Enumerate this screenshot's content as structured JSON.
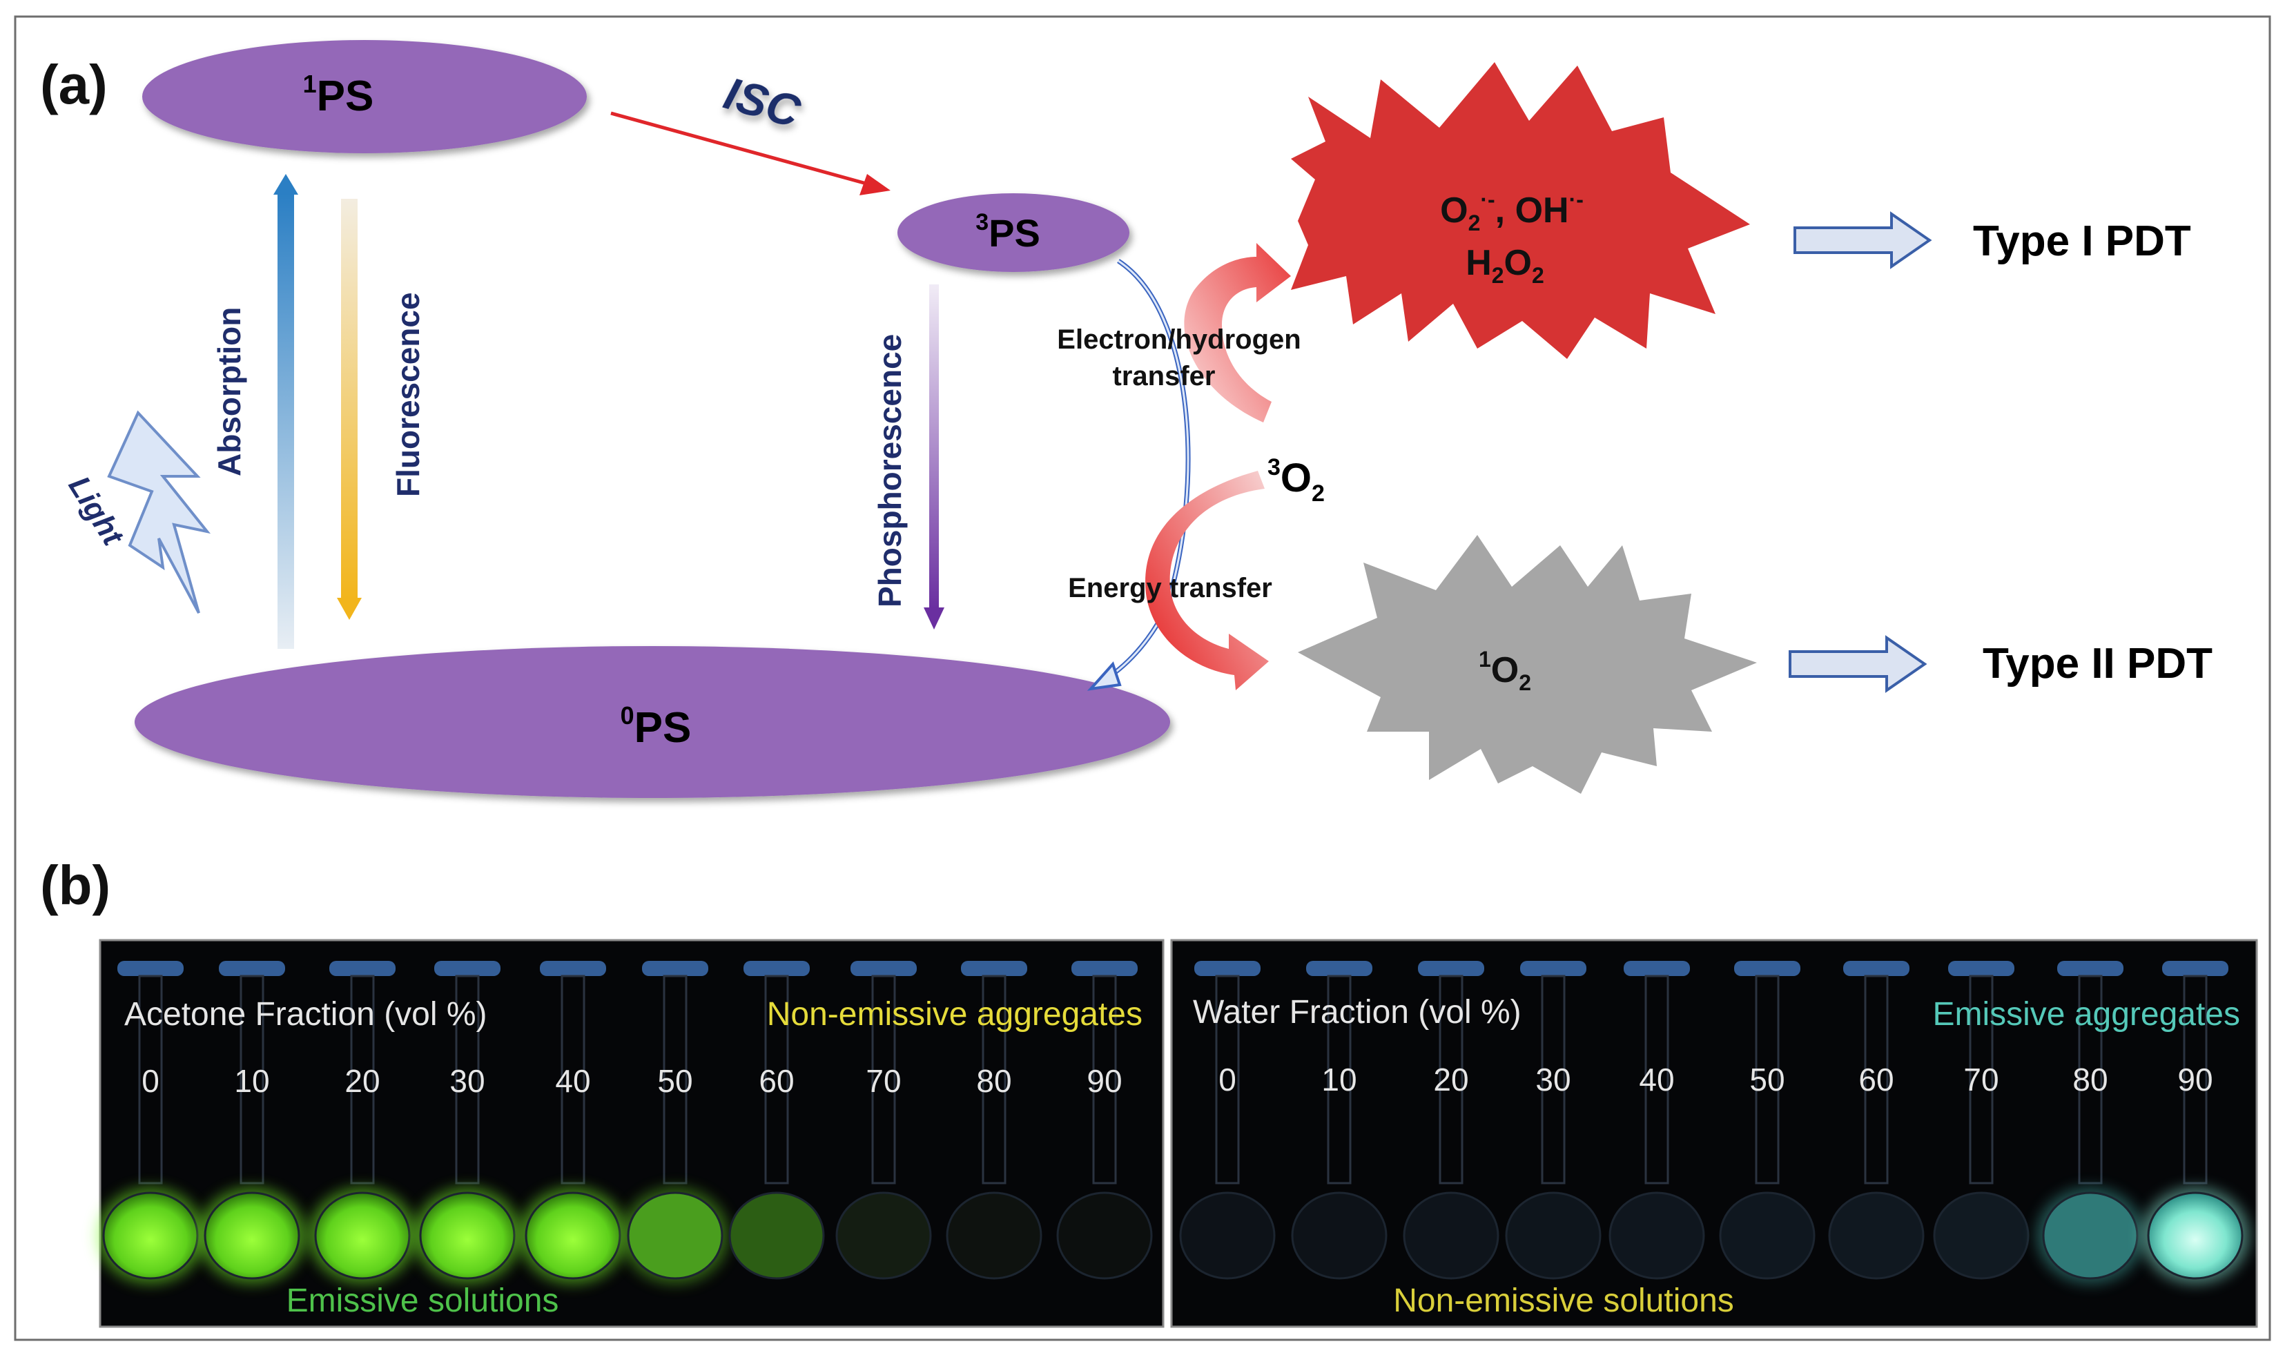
{
  "panel_a": {
    "label": "(a)",
    "states": {
      "s1": {
        "sup": "1",
        "text": "PS"
      },
      "s3": {
        "sup": "3",
        "text": "PS"
      },
      "s0": {
        "sup": "0",
        "text": "PS"
      }
    },
    "isc": "ISC",
    "absorption": "Absorption",
    "fluorescence": "Fluorescence",
    "phosphorescence": "Phosphorescence",
    "light": "Light",
    "electron_transfer_line1": "Electron/hydrogen",
    "electron_transfer_line2": "transfer",
    "energy_transfer": "Energy transfer",
    "oxygen": {
      "sup": "3",
      "text": "O",
      "sub": "2"
    },
    "ros_type1_line1": {
      "o": "O",
      "o_sub": "2",
      "o_sup": "·-",
      "sep": ", ",
      "oh": "OH",
      "oh_sup": "·-"
    },
    "ros_type1_line2": {
      "h": "H",
      "h_sub": "2",
      "o": "O",
      "o_sub": "2"
    },
    "singlet_oxygen": {
      "sup": "1",
      "text": "O",
      "sub": "2"
    },
    "type1": "Type I PDT",
    "type2": "Type II PDT",
    "colors": {
      "ellipse": "#9467b8",
      "isc_arrow": "#e0262a",
      "type1_star": "#d63333",
      "type2_star": "#a6a6a6",
      "absorption_arrow": "#2b7fc4",
      "fluorescence_arrow": "#f2b51c",
      "phosphorescence_arrow": "#6a2fa0",
      "label_navy": "#1f2d6b"
    }
  },
  "panel_b": {
    "label": "(b)",
    "left": {
      "title": "Acetone Fraction (vol %)",
      "top_note": "Non-emissive aggregates",
      "bottom_note": "Emissive solutions",
      "fractions": [
        "0",
        "10",
        "20",
        "30",
        "40",
        "50",
        "60",
        "70",
        "80",
        "90"
      ]
    },
    "right": {
      "title": "Water Fraction (vol %)",
      "top_note": "Emissive aggregates",
      "bottom_note": "Non-emissive solutions",
      "fractions": [
        "0",
        "10",
        "20",
        "30",
        "40",
        "50",
        "60",
        "70",
        "80",
        "90"
      ]
    }
  }
}
